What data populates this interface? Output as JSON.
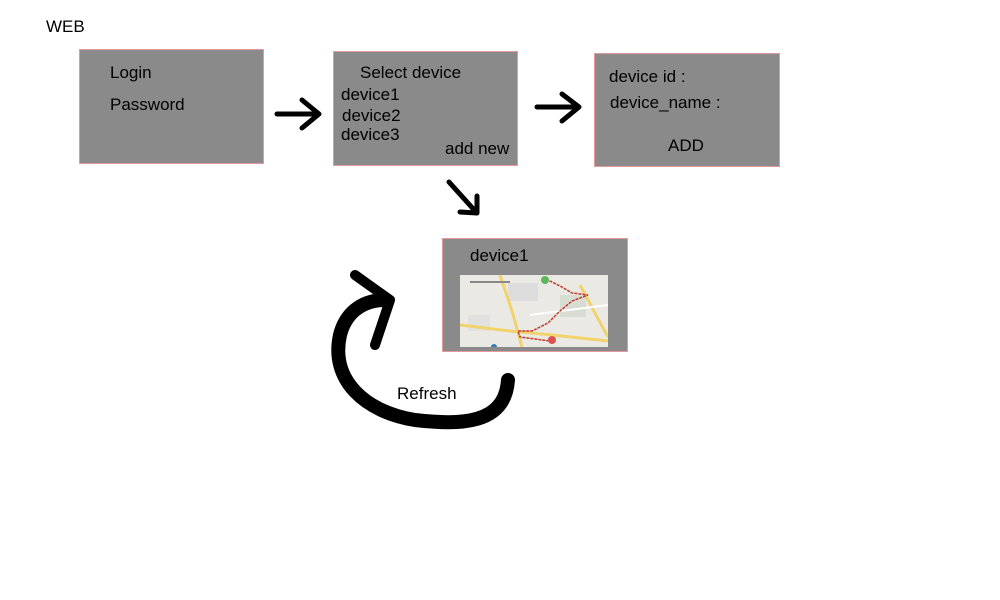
{
  "header": {
    "title": "WEB"
  },
  "login": {
    "login_label": "Login",
    "password_label": "Password"
  },
  "select": {
    "title": "Select device",
    "devices": [
      "device1",
      "device2",
      "device3"
    ],
    "add_new": "add new"
  },
  "add_form": {
    "device_id_label": "device id :",
    "device_name_label": "device_name :",
    "add_button": "ADD"
  },
  "device_view": {
    "title": "device1",
    "map_label": "map-thumbnail"
  },
  "refresh": {
    "label": "Refresh"
  },
  "colors": {
    "box_fill": "#8a8a8a",
    "box_border": "#e49a9a",
    "route": "#c0392b"
  }
}
